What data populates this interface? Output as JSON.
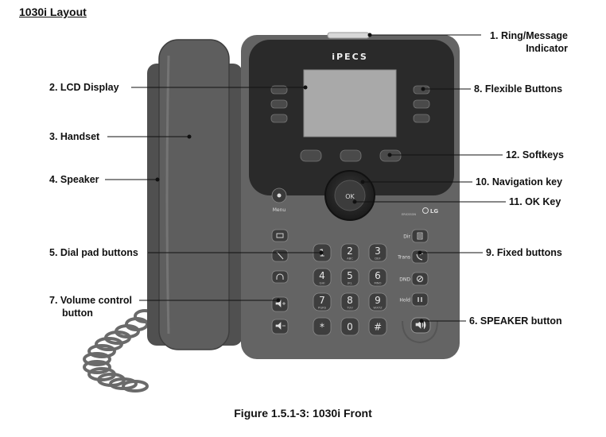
{
  "heading": "1030i Layout",
  "caption": "Figure 1.5.1-3: 1030i Front",
  "brand": "iPECS",
  "menu_label": "Menu",
  "ok_label": "OK",
  "maker_label": "LG",
  "maker_sub": "ERICSSON",
  "callouts": [
    {
      "id": "ring",
      "lines": [
        "1. Ring/Message",
        "Indicator"
      ]
    },
    {
      "id": "lcd",
      "lines": [
        "2. LCD Display"
      ]
    },
    {
      "id": "handset",
      "lines": [
        "3. Handset"
      ]
    },
    {
      "id": "speaker",
      "lines": [
        "4. Speaker"
      ]
    },
    {
      "id": "dialpad",
      "lines": [
        "5. Dial pad buttons"
      ]
    },
    {
      "id": "speaker-btn",
      "lines": [
        "6. SPEAKER button"
      ]
    },
    {
      "id": "volume",
      "lines": [
        "7. Volume control",
        "button"
      ]
    },
    {
      "id": "flexible",
      "lines": [
        "8. Flexible Buttons"
      ]
    },
    {
      "id": "fixed",
      "lines": [
        "9. Fixed buttons"
      ]
    },
    {
      "id": "navigation",
      "lines": [
        "10. Navigation key"
      ]
    },
    {
      "id": "ok",
      "lines": [
        "11. OK Key"
      ]
    },
    {
      "id": "softkeys",
      "lines": [
        "12. Softkeys"
      ]
    }
  ],
  "fixed_labels": [
    "Dir",
    "Trans",
    "DND",
    "Hold"
  ],
  "dialpad": [
    {
      "digit": "1",
      "sub": ""
    },
    {
      "digit": "2",
      "sub": "ABC"
    },
    {
      "digit": "3",
      "sub": "DEF"
    },
    {
      "digit": "4",
      "sub": "GHI"
    },
    {
      "digit": "5",
      "sub": "JKL"
    },
    {
      "digit": "6",
      "sub": "MNO"
    },
    {
      "digit": "7",
      "sub": "PQRS"
    },
    {
      "digit": "8",
      "sub": "TUV"
    },
    {
      "digit": "9",
      "sub": "WXYZ"
    },
    {
      "digit": "*",
      "sub": ""
    },
    {
      "digit": "0",
      "sub": ""
    },
    {
      "digit": "#",
      "sub": ""
    }
  ],
  "colors": {
    "body": "#646464",
    "panel": "#2a2a2a",
    "lcd": "#a9a9a9",
    "key": "#4a4a4a",
    "handset": "#5e5e5e",
    "line": "#111111"
  }
}
